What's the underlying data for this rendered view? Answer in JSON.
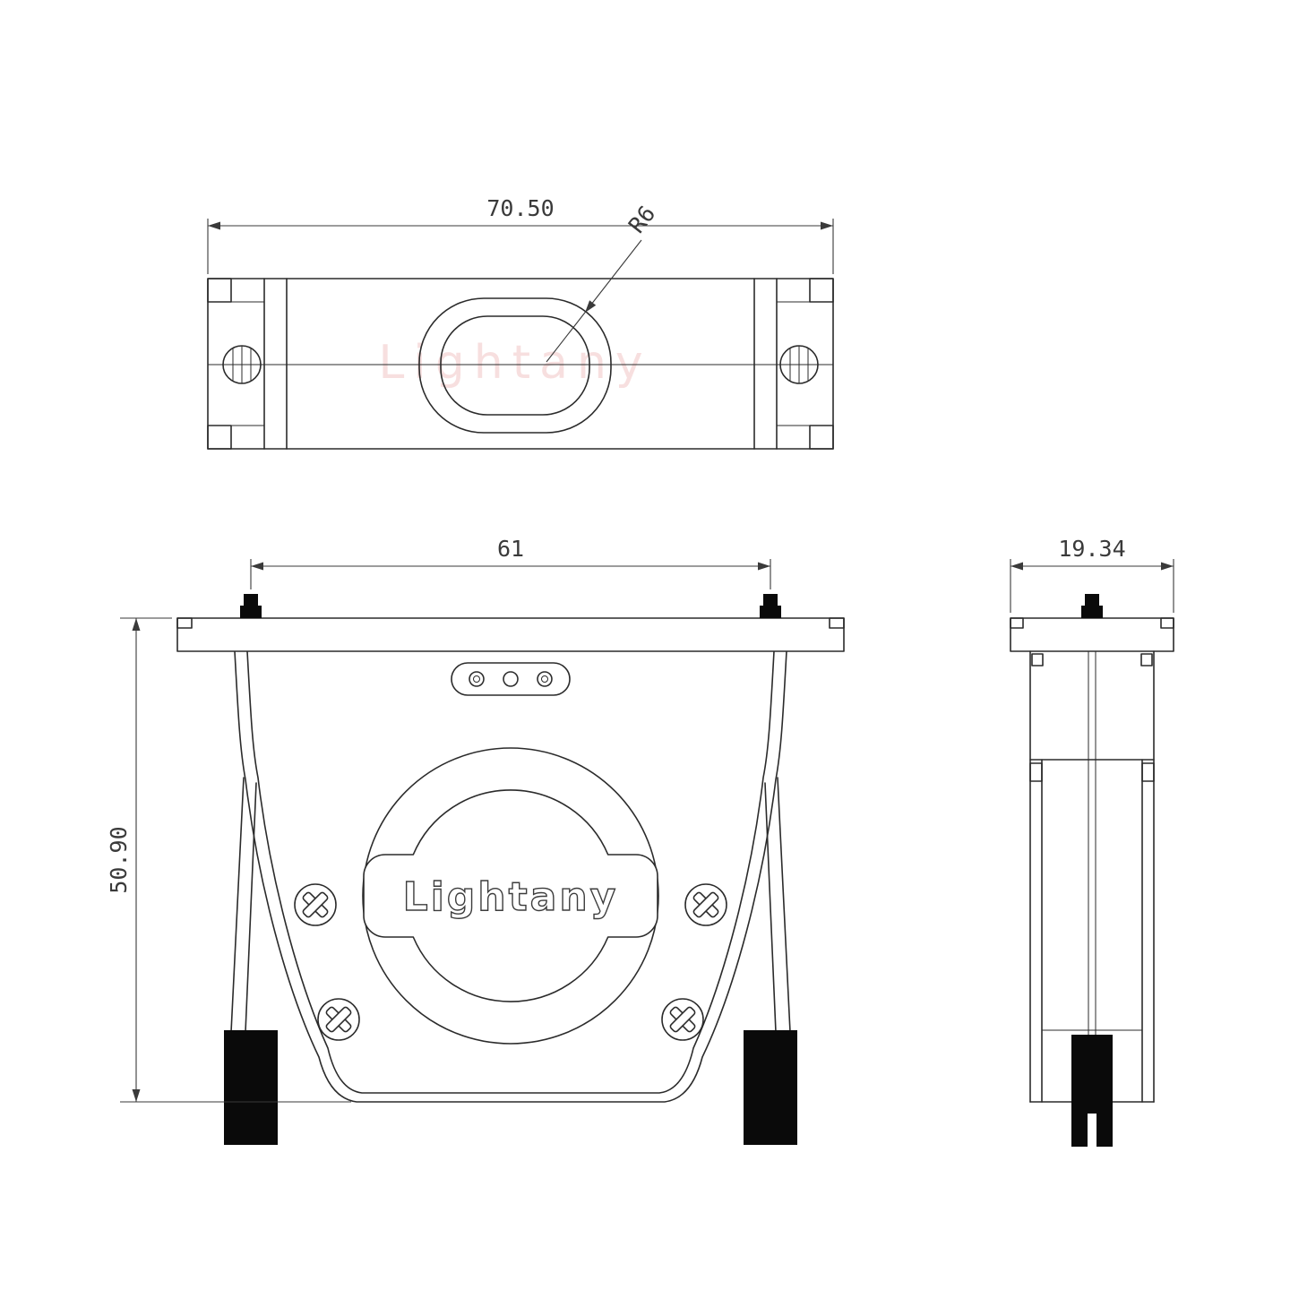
{
  "watermark": "Lightany",
  "logo": "Lightany",
  "dims": {
    "top_width": "70.50",
    "radius": "R6",
    "screw_spacing": "61",
    "height": "50.90",
    "depth": "19.34"
  },
  "colors": {
    "line": "#2b2b2b",
    "dimension": "#3a3a3a",
    "boot_fill": "#0a0a0a",
    "watermark_pink": "#f2c6c6",
    "background": "#ffffff"
  }
}
